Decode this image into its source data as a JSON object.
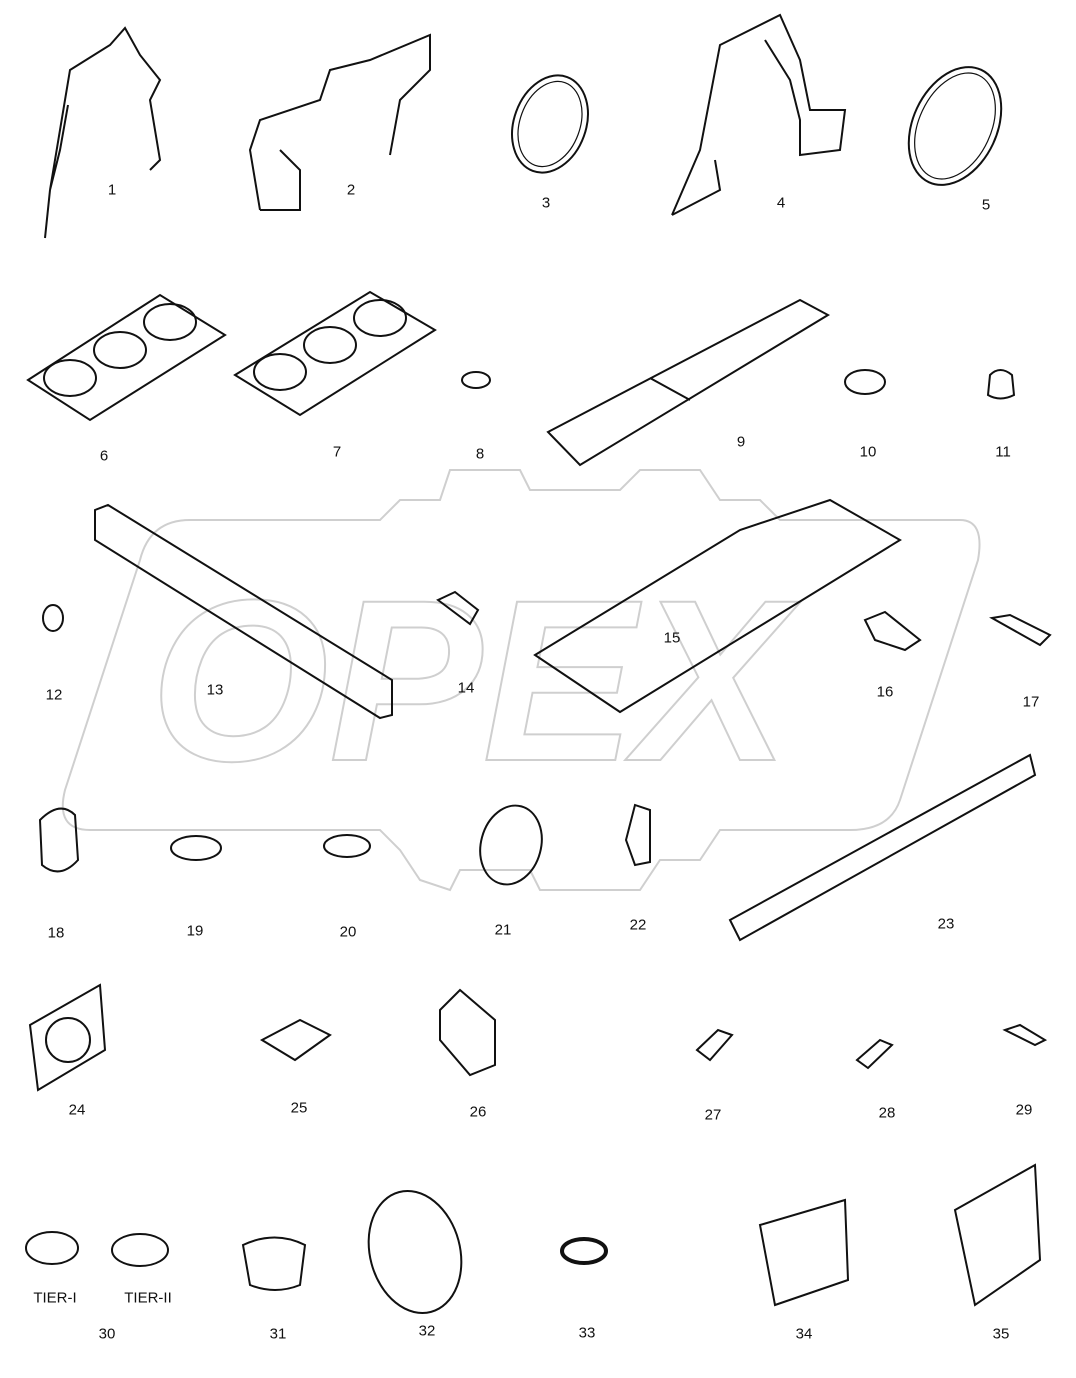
{
  "watermark": {
    "text": "OPEX",
    "color": "#cfcfcf"
  },
  "parts": [
    {
      "label": "1"
    },
    {
      "label": "2"
    },
    {
      "label": "3"
    },
    {
      "label": "4"
    },
    {
      "label": "5"
    },
    {
      "label": "6"
    },
    {
      "label": "7"
    },
    {
      "label": "8"
    },
    {
      "label": "9"
    },
    {
      "label": "10"
    },
    {
      "label": "11"
    },
    {
      "label": "12"
    },
    {
      "label": "13"
    },
    {
      "label": "14"
    },
    {
      "label": "15"
    },
    {
      "label": "16"
    },
    {
      "label": "17"
    },
    {
      "label": "18"
    },
    {
      "label": "19"
    },
    {
      "label": "20"
    },
    {
      "label": "21"
    },
    {
      "label": "22"
    },
    {
      "label": "23"
    },
    {
      "label": "24"
    },
    {
      "label": "25"
    },
    {
      "label": "26"
    },
    {
      "label": "27"
    },
    {
      "label": "28"
    },
    {
      "label": "29"
    },
    {
      "label": "30"
    },
    {
      "label": "31"
    },
    {
      "label": "32"
    },
    {
      "label": "33"
    },
    {
      "label": "34"
    },
    {
      "label": "35"
    }
  ],
  "variants": {
    "tier1": "TIER-I",
    "tier2": "TIER-II"
  }
}
